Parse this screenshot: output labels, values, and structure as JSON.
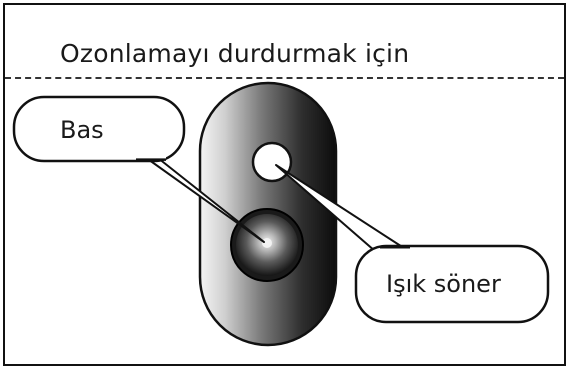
{
  "header": {
    "text": "Ozonlamayı durdurmak için"
  },
  "callouts": {
    "press": "Bas",
    "light_off": "Işık söner"
  }
}
